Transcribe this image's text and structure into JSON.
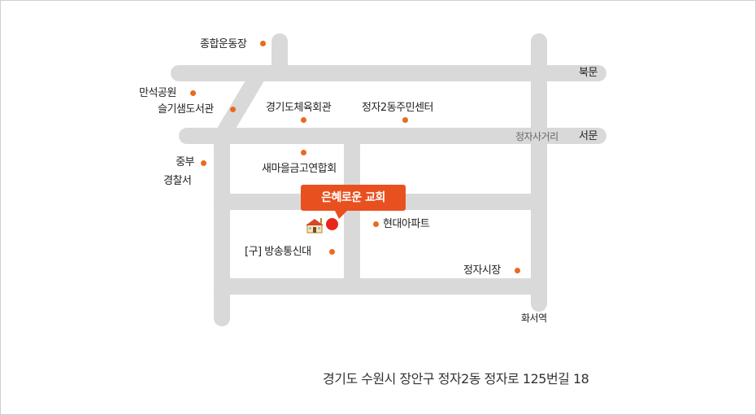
{
  "title": "은혜로운 교회",
  "address": "경기도 수원시 장안구 정자2동 정자로 125번길 18",
  "colors": {
    "road": "#d9d9d9",
    "dot": "#ea6a1e",
    "callout": "#e9501f",
    "marker": "#e8261b"
  },
  "landmarks": {
    "sports_complex": "종합운동장",
    "manseok_park": "만석공원",
    "seulgisaem_library": "슬기샘도서관",
    "gyeonggi_gym": "경기도체육회관",
    "jeongja2_center": "정자2동주민센터",
    "jungbu_line1": "중부",
    "jungbu_line2": "경찰서",
    "saemaul_bank": "새마을금고연합회",
    "hyundai_apt": "현대아파트",
    "broadcast_univ": "[구] 방송통신대",
    "jeongja_market": "정자시장",
    "hwaseo_station": "화서역"
  },
  "roads": {
    "bukmun": "북문",
    "seomun": "서문",
    "jeongja_intersection": "정자사거리"
  },
  "icons": {
    "church": "church-icon",
    "marker": "location-marker-icon"
  }
}
